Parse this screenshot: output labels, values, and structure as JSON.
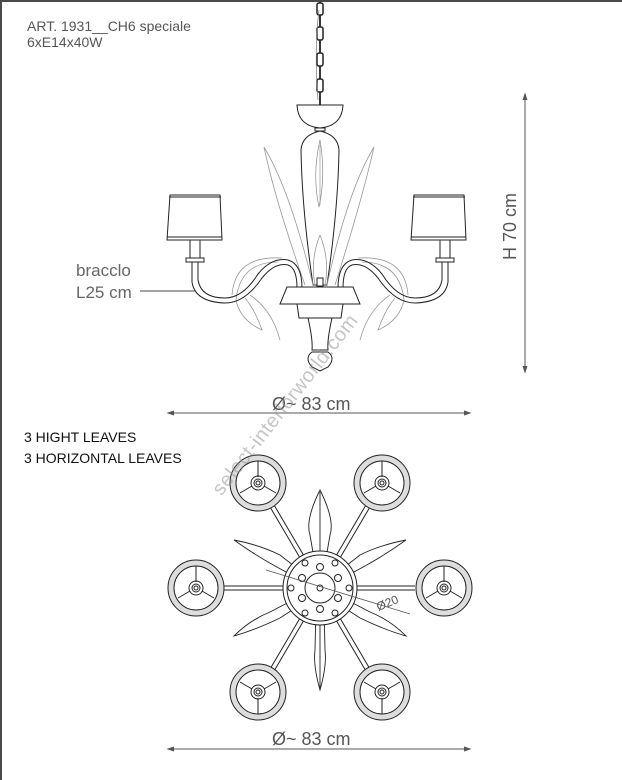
{
  "header": {
    "article": "ART. 1931__CH6 speciale",
    "bulbs": "6xE14x40W"
  },
  "annotations": {
    "arm_label": "bracclo",
    "arm_length": "L25 cm",
    "height": "H 70 cm",
    "diameter_front": "Ø~ 83 cm",
    "diameter_top": "Ø~ 83 cm",
    "center_diameter": "Ø20",
    "leaves_high": "3 HIGHT LEAVES",
    "leaves_horizontal": "3 HORIZONTAL LEAVES"
  },
  "watermark": "select-interiorworld.com",
  "colors": {
    "line": "#222222",
    "leaf_line": "#888888",
    "dimension": "#555555",
    "ring_fill": "#dddddd"
  }
}
